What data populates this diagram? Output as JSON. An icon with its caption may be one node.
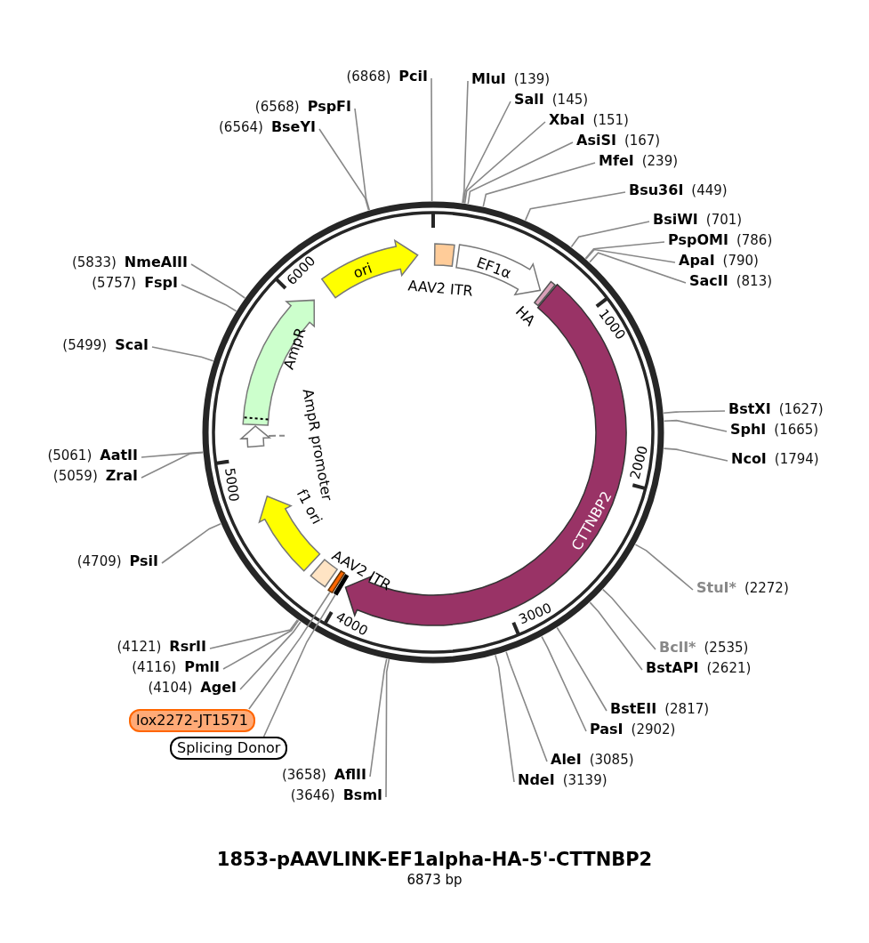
{
  "diagram": {
    "title": "1853-pAAVLINK-EF1alpha-HA-5'-CTTNBP2",
    "caption": "6873 bp",
    "nodes": [
      {
        "text": [
          "ori"
        ]
      },
      {
        "text": [
          "AAV2 ITR"
        ]
      },
      {
        "text": [
          "EF1α"
        ]
      },
      {
        "text": [
          "HA"
        ]
      },
      {
        "text": [
          "CTTNBP2"
        ]
      },
      {
        "text": [],
        "shape": "box"
      },
      {
        "text": [],
        "shape": "box"
      },
      {
        "text": [
          "AAV2 ITR"
        ]
      },
      {
        "text": [
          "f1 ori"
        ]
      },
      {
        "text": [
          "AmpR promoter"
        ]
      },
      {
        "text": [
          "AmpR"
        ]
      },
      {
        "text": [
          "lox2272-JT1571"
        ]
      },
      {
        "text": [
          "Splicing Donor"
        ]
      },
      {
        "text": [
          "(6868)",
          "PciI"
        ]
      },
      {
        "text": [
          "MluI",
          "(139)"
        ]
      },
      {
        "text": [
          "SalI",
          "(145)"
        ]
      },
      {
        "text": [
          "XbaI",
          "(151)"
        ]
      },
      {
        "text": [
          "AsiSI",
          "(167)"
        ]
      },
      {
        "text": [
          "MfeI",
          "(239)"
        ]
      },
      {
        "text": [
          "Bsu36I",
          "(449)"
        ]
      },
      {
        "text": [
          "BsiWI",
          "(701)"
        ]
      },
      {
        "text": [
          "PspOMI",
          "(786)"
        ]
      },
      {
        "text": [
          "ApaI",
          "(790)"
        ]
      },
      {
        "text": [
          "SacII",
          "(813)"
        ]
      },
      {
        "text": [
          "BstXI",
          "(1627)"
        ]
      },
      {
        "text": [
          "SphI",
          "(1665)"
        ]
      },
      {
        "text": [
          "NcoI",
          "(1794)"
        ]
      },
      {
        "text": [
          "StuI*",
          "(2272)"
        ]
      },
      {
        "text": [
          "BclI*",
          "(2535)"
        ]
      },
      {
        "text": [
          "BstAPI",
          "(2621)"
        ]
      },
      {
        "text": [
          "BstEII",
          "(2817)"
        ]
      },
      {
        "text": [
          "PasI",
          "(2902)"
        ]
      },
      {
        "text": [
          "AleI",
          "(3085)"
        ]
      },
      {
        "text": [
          "NdeI",
          "(3139)"
        ]
      },
      {
        "text": [
          "(3646)",
          "BsmI"
        ]
      },
      {
        "text": [
          "(3658)",
          "AflII"
        ]
      },
      {
        "text": [
          "(4104)",
          "AgeI"
        ]
      },
      {
        "text": [
          "(4116)",
          "PmlI"
        ]
      },
      {
        "text": [
          "(4121)",
          "RsrII"
        ]
      },
      {
        "text": [
          "(4709)",
          "PsiI"
        ]
      },
      {
        "text": [
          "(5059)",
          "ZraI"
        ]
      },
      {
        "text": [
          "(5061)",
          "AatII"
        ]
      },
      {
        "text": [
          "(5499)",
          "ScaI"
        ]
      },
      {
        "text": [
          "(5757)",
          "FspI"
        ]
      },
      {
        "text": [
          "(5833)",
          "NmeAIII"
        ]
      },
      {
        "text": [
          "(6564)",
          "BseYI"
        ]
      },
      {
        "text": [
          "(6568)",
          "PspFI"
        ]
      }
    ],
    "edges": [
      {
        "from": 11,
        "to": 6,
        "arrow": "none"
      },
      {
        "from": 12,
        "to": 5,
        "arrow": "none"
      },
      {
        "from": 13,
        "to": null,
        "arrow": "none"
      },
      {
        "from": 14,
        "to": null,
        "arrow": "none"
      },
      {
        "from": 15,
        "to": null,
        "arrow": "none"
      },
      {
        "from": 16,
        "to": null,
        "arrow": "none"
      },
      {
        "from": 17,
        "to": null,
        "arrow": "none"
      },
      {
        "from": 18,
        "to": null,
        "arrow": "none"
      },
      {
        "from": 19,
        "to": null,
        "arrow": "none"
      },
      {
        "from": 20,
        "to": null,
        "arrow": "none"
      },
      {
        "from": 21,
        "to": null,
        "arrow": "none"
      },
      {
        "from": 22,
        "to": null,
        "arrow": "none"
      },
      {
        "from": 23,
        "to": null,
        "arrow": "none"
      },
      {
        "from": 24,
        "to": null,
        "arrow": "none"
      },
      {
        "from": 25,
        "to": null,
        "arrow": "none"
      },
      {
        "from": 26,
        "to": null,
        "arrow": "none"
      },
      {
        "from": 27,
        "to": null,
        "arrow": "none"
      },
      {
        "from": 28,
        "to": null,
        "arrow": "none"
      },
      {
        "from": 29,
        "to": null,
        "arrow": "none"
      },
      {
        "from": 30,
        "to": null,
        "arrow": "none"
      },
      {
        "from": 31,
        "to": null,
        "arrow": "none"
      },
      {
        "from": 32,
        "to": null,
        "arrow": "none"
      },
      {
        "from": 33,
        "to": null,
        "arrow": "none"
      },
      {
        "from": 34,
        "to": null,
        "arrow": "none"
      },
      {
        "from": 35,
        "to": null,
        "arrow": "none"
      },
      {
        "from": 36,
        "to": null,
        "arrow": "none"
      },
      {
        "from": 37,
        "to": null,
        "arrow": "none"
      },
      {
        "from": 38,
        "to": null,
        "arrow": "none"
      },
      {
        "from": 39,
        "to": null,
        "arrow": "none"
      },
      {
        "from": 40,
        "to": null,
        "arrow": "none"
      },
      {
        "from": 41,
        "to": null,
        "arrow": "none"
      },
      {
        "from": 42,
        "to": null,
        "arrow": "none"
      },
      {
        "from": 43,
        "to": null,
        "arrow": "none"
      },
      {
        "from": 44,
        "to": null,
        "arrow": "none"
      },
      {
        "from": 45,
        "to": null,
        "arrow": "none"
      },
      {
        "from": 46,
        "to": null,
        "arrow": "none"
      }
    ],
    "labels": [
      "1000",
      "2000",
      "3000",
      "4000",
      "5000",
      "6000"
    ]
  }
}
